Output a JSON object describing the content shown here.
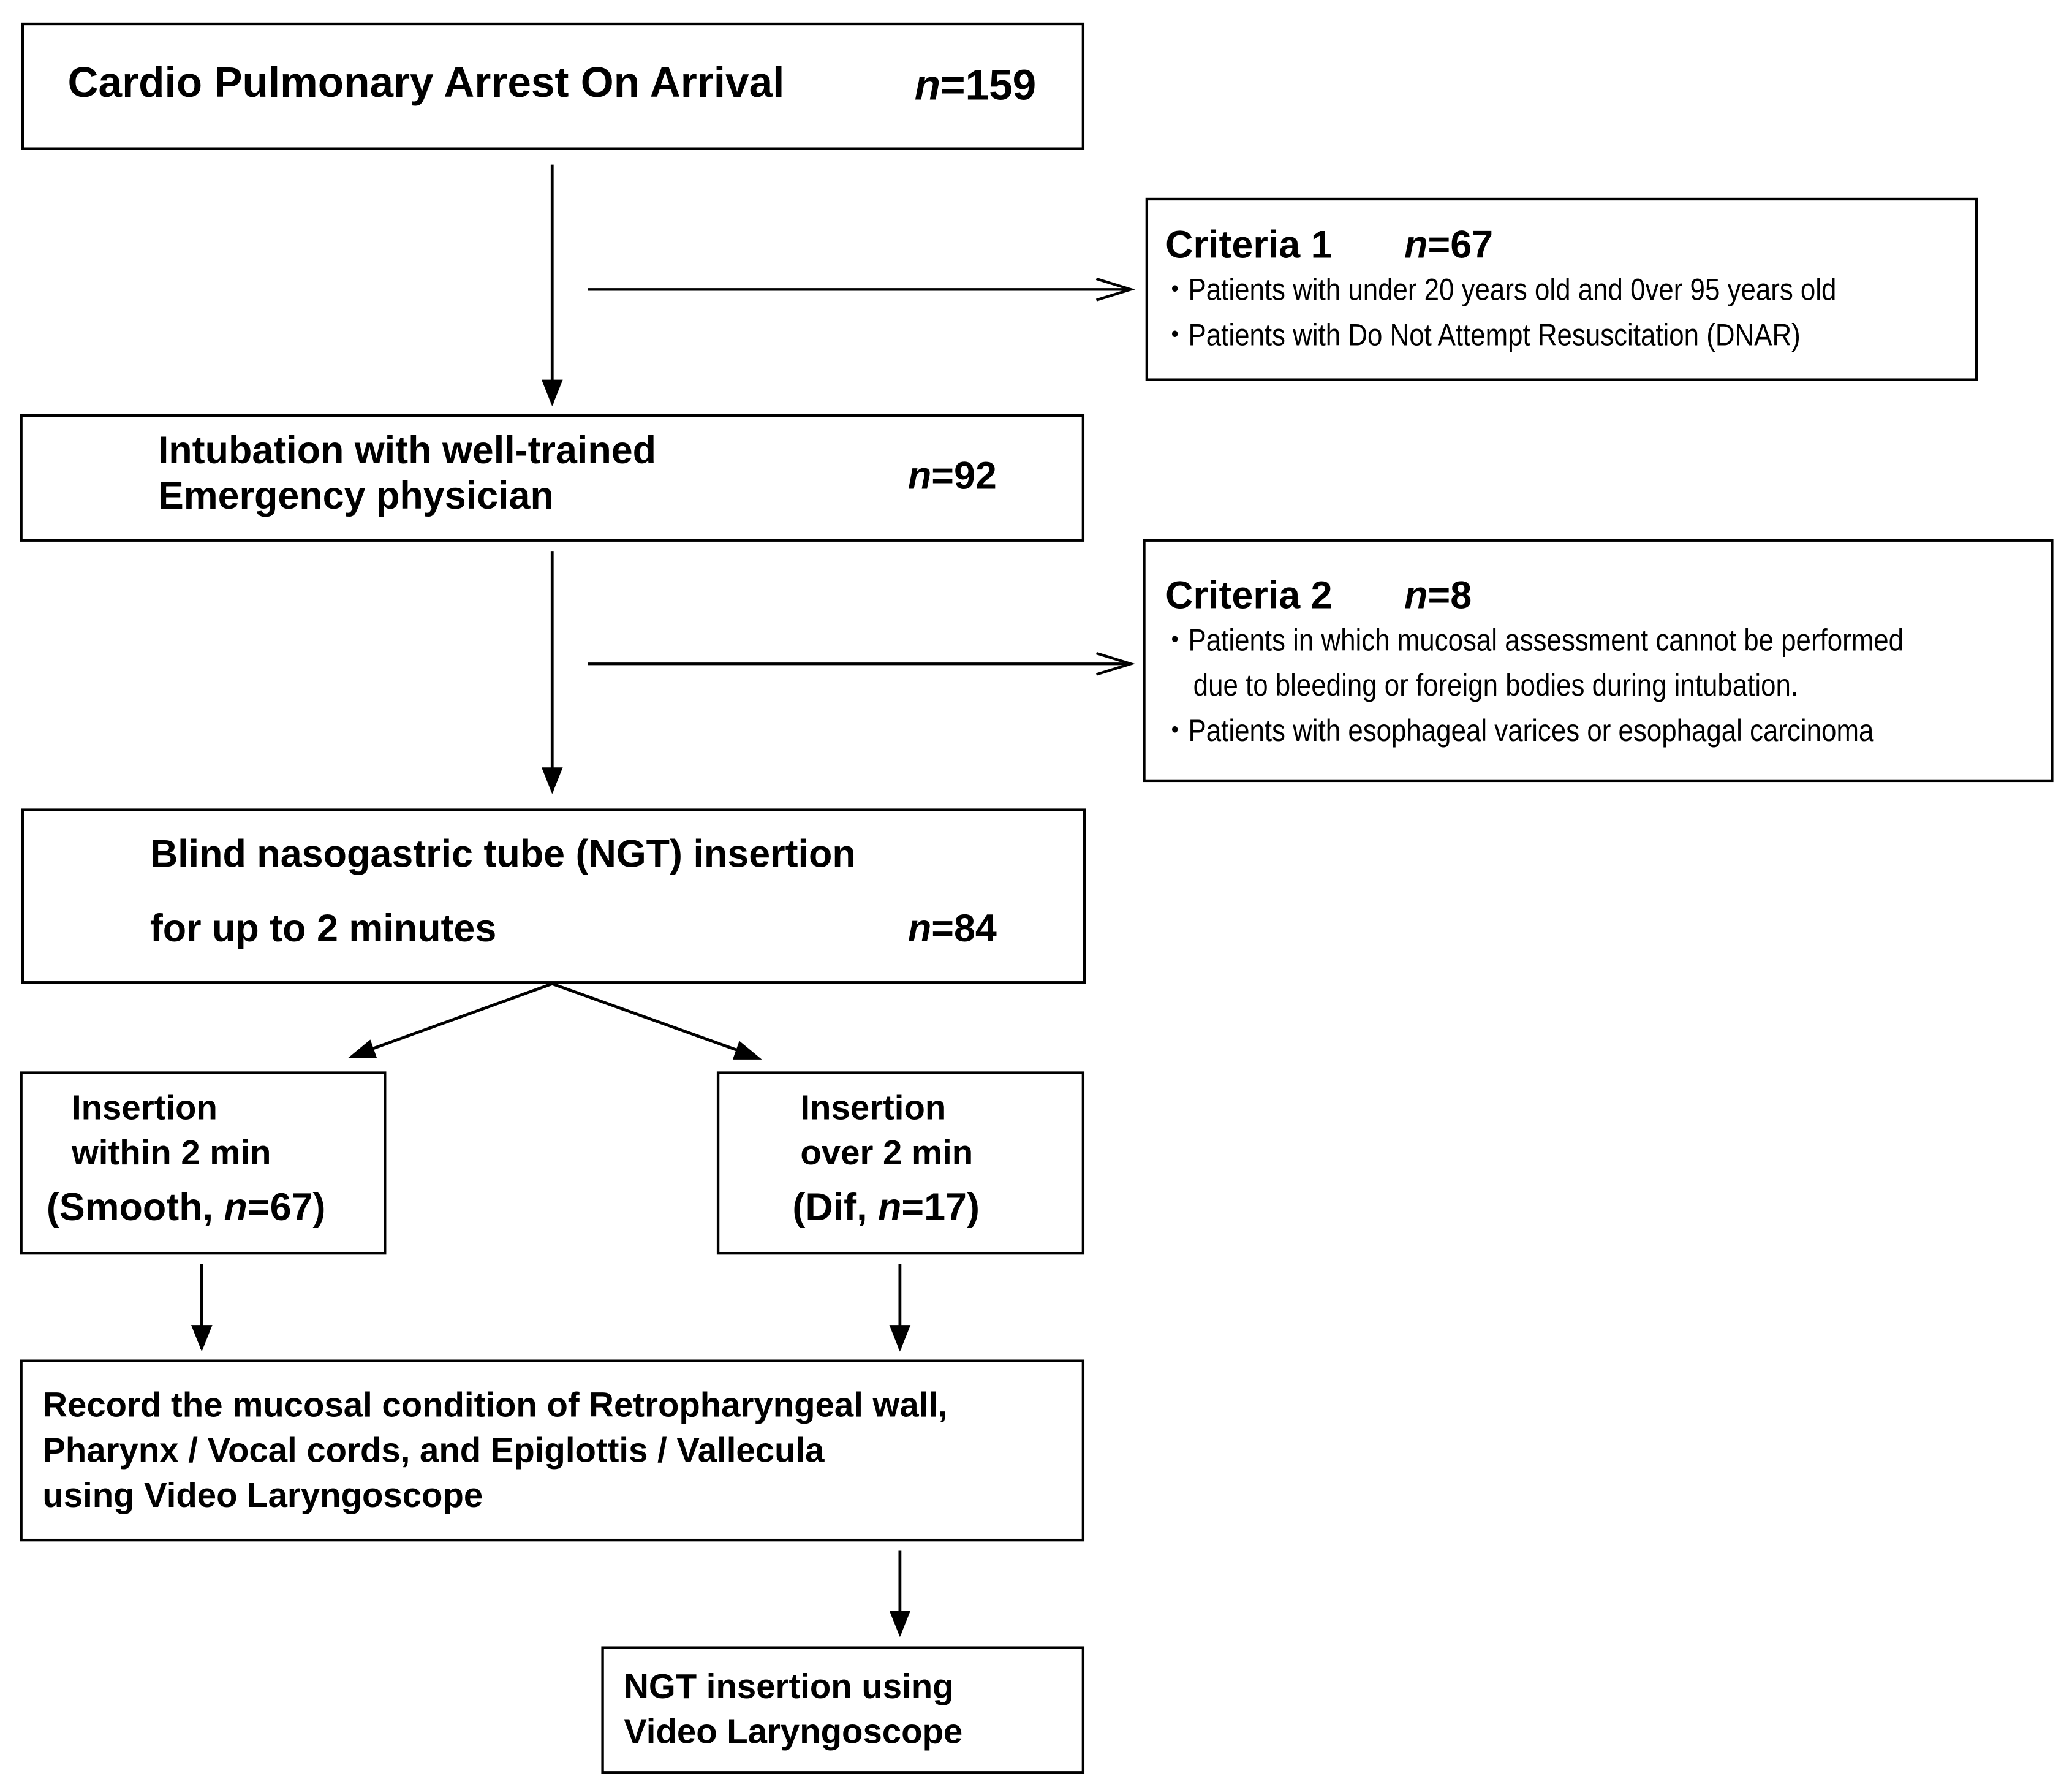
{
  "top": {
    "title": "Cardio Pulmonary Arrest On Arrival",
    "n_prefix": "n",
    "n_value": "=159"
  },
  "criteria1": {
    "title": "Criteria 1",
    "n_prefix": "n",
    "n_value": "=67",
    "bullets": [
      "・Patients with under 20 years old and 0ver 95 years old",
      "・Patients with Do Not Attempt Resuscitation (DNAR)"
    ]
  },
  "intubation": {
    "line1": "Intubation with well-trained",
    "line2": "Emergency physician",
    "n_prefix": "n",
    "n_value": "=92"
  },
  "criteria2": {
    "title": "Criteria 2",
    "n_prefix": "n",
    "n_value": "=8",
    "bullets": [
      "・Patients in which mucosal assessment cannot be performed",
      "due to bleeding or foreign bodies during intubation.",
      "・Patients with esophageal varices or esophagal carcinoma"
    ]
  },
  "blind": {
    "line1": "Blind nasogastric tube (NGT) insertion",
    "line2": "for up to 2 minutes",
    "n_prefix": "n",
    "n_value": "=84"
  },
  "smooth": {
    "line1": "Insertion",
    "line2": "within 2 min",
    "line3_pre": "(Smooth, ",
    "n_prefix": "n",
    "line3_post": "=67)"
  },
  "dif": {
    "line1": "Insertion",
    "line2": "over 2 min",
    "line3_pre": "(Dif, ",
    "n_prefix": "n",
    "line3_post": "=17)"
  },
  "record": {
    "line1": "Record the mucosal condition of Retropharyngeal wall,",
    "line2": "Pharynx / Vocal cords, and Epiglottis / Vallecula",
    "line3": "using Video Laryngoscope"
  },
  "final": {
    "line1": "NGT insertion using",
    "line2": "Video Laryngoscope"
  },
  "colors": {
    "stroke": "#000000",
    "background": "#ffffff"
  }
}
